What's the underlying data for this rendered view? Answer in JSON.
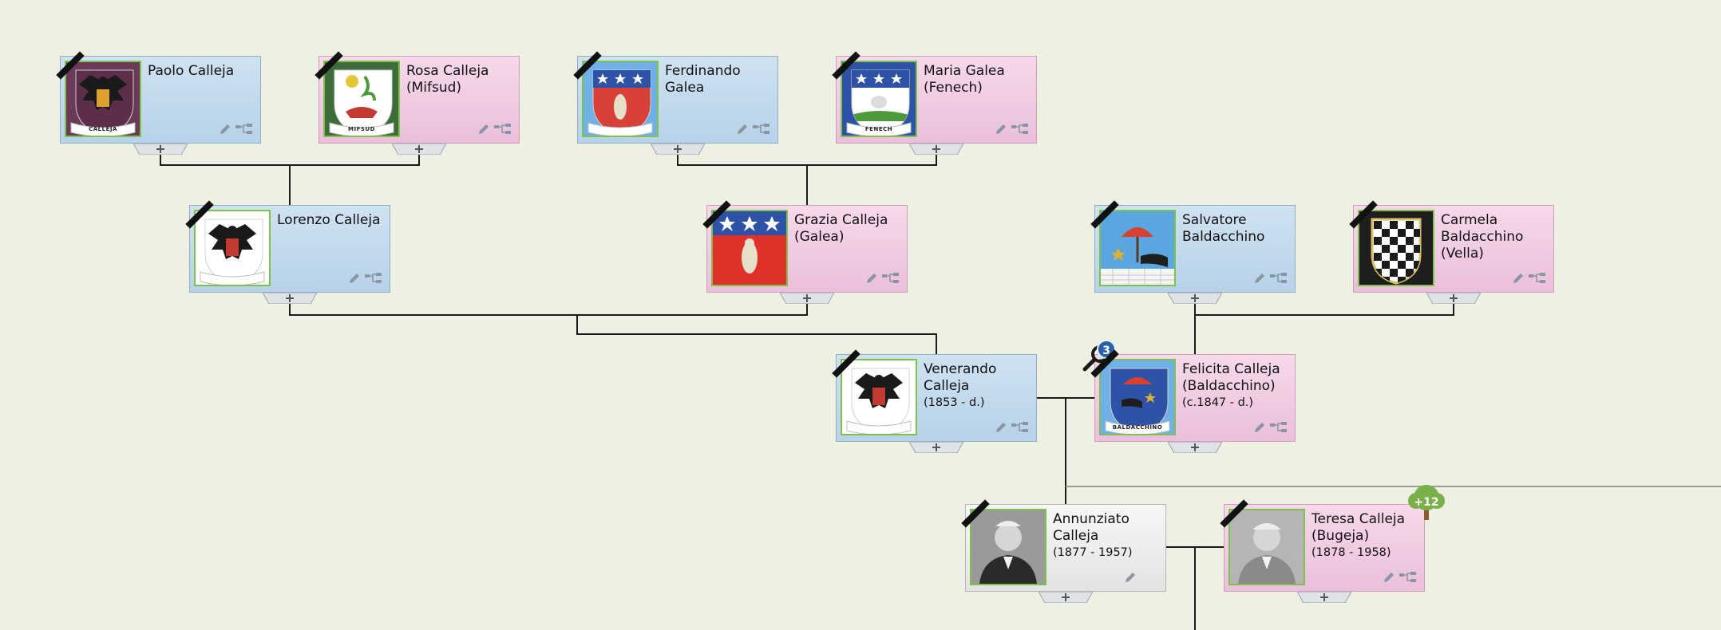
{
  "persons": [
    {
      "id": "paolo",
      "name": "Paolo Calleja",
      "dates": "",
      "gender": "male",
      "portrait": "crest-eagle-purple",
      "crest_text": "CALLEJA",
      "colors": [
        "#6a3a58",
        "#ffffff"
      ]
    },
    {
      "id": "rosa",
      "name": "Rosa Calleja\n(Mifsud)",
      "dates": "",
      "gender": "female",
      "portrait": "crest-mifsud",
      "crest_text": "MIFSUD",
      "colors": [
        "#3d6b3a",
        "#ffffff"
      ]
    },
    {
      "id": "ferdinando",
      "name": "Ferdinando\nGalea",
      "dates": "",
      "gender": "male",
      "portrait": "crest-galea",
      "crest_text": "",
      "colors": [
        "#d8403a",
        "#2e53a6"
      ]
    },
    {
      "id": "maria",
      "name": "Maria Galea\n(Fenech)",
      "dates": "",
      "gender": "female",
      "portrait": "crest-fenech",
      "crest_text": "FENECH",
      "colors": [
        "#2e53a6",
        "#4e9a3a"
      ]
    },
    {
      "id": "lorenzo",
      "name": "Lorenzo Calleja",
      "dates": "",
      "gender": "male",
      "portrait": "crest-eagle-black",
      "crest_text": "",
      "colors": [
        "#1a1a1a",
        "#c23a30"
      ]
    },
    {
      "id": "grazia",
      "name": "Grazia Calleja\n(Galea)",
      "dates": "",
      "gender": "female",
      "portrait": "crest-galea-flag",
      "crest_text": "",
      "colors": [
        "#2e53a6",
        "#e0302a"
      ]
    },
    {
      "id": "salvatore",
      "name": "Salvatore\nBaldacchino",
      "dates": "",
      "gender": "male",
      "portrait": "crest-baldacchino-umbrella",
      "crest_text": "",
      "colors": [
        "#5aa6e0",
        "#d84030"
      ]
    },
    {
      "id": "carmela",
      "name": "Carmela\nBaldacchino\n(Vella)",
      "dates": "",
      "gender": "female",
      "portrait": "crest-checker",
      "crest_text": "",
      "colors": [
        "#1a1a1a",
        "#ffffff"
      ]
    },
    {
      "id": "venerando",
      "name": "Venerando\nCalleja",
      "dates": "(1853 -  d.)",
      "gender": "male",
      "portrait": "crest-eagle-black",
      "crest_text": "",
      "colors": [
        "#1a1a1a",
        "#c23a30"
      ]
    },
    {
      "id": "felicita",
      "name": "Felicita Calleja\n(Baldacchino)",
      "dates": "(c.1847 -  d.)",
      "gender": "female",
      "portrait": "crest-baldacchino",
      "crest_text": "BALDACCHINO",
      "colors": [
        "#2e53a6",
        "#d84030"
      ]
    },
    {
      "id": "annunziato",
      "name": "Annunziato\nCalleja",
      "dates": "(1877 - 1957)",
      "gender": "neutral",
      "portrait": "photo-man",
      "crest_text": "",
      "colors": [
        "#444444",
        "#cccccc"
      ]
    },
    {
      "id": "teresa",
      "name": "Teresa Calleja\n(Bugeja)",
      "dates": "(1878 - 1958)",
      "gender": "female",
      "portrait": "photo-woman",
      "crest_text": "",
      "colors": [
        "#666666",
        "#cccccc"
      ]
    }
  ],
  "badges": {
    "search_results_count": "3",
    "more_descendants_label": "+12"
  },
  "colors": {
    "background": "#eef0e2",
    "male_card": "#c4daee",
    "female_card": "#f0cce3",
    "neutral_card": "#ececec",
    "portrait_border": "#7fc24a",
    "connector": "#1a1a1a",
    "search_badge": "#2b5ea8",
    "tree_badge": "#7ab04a"
  }
}
